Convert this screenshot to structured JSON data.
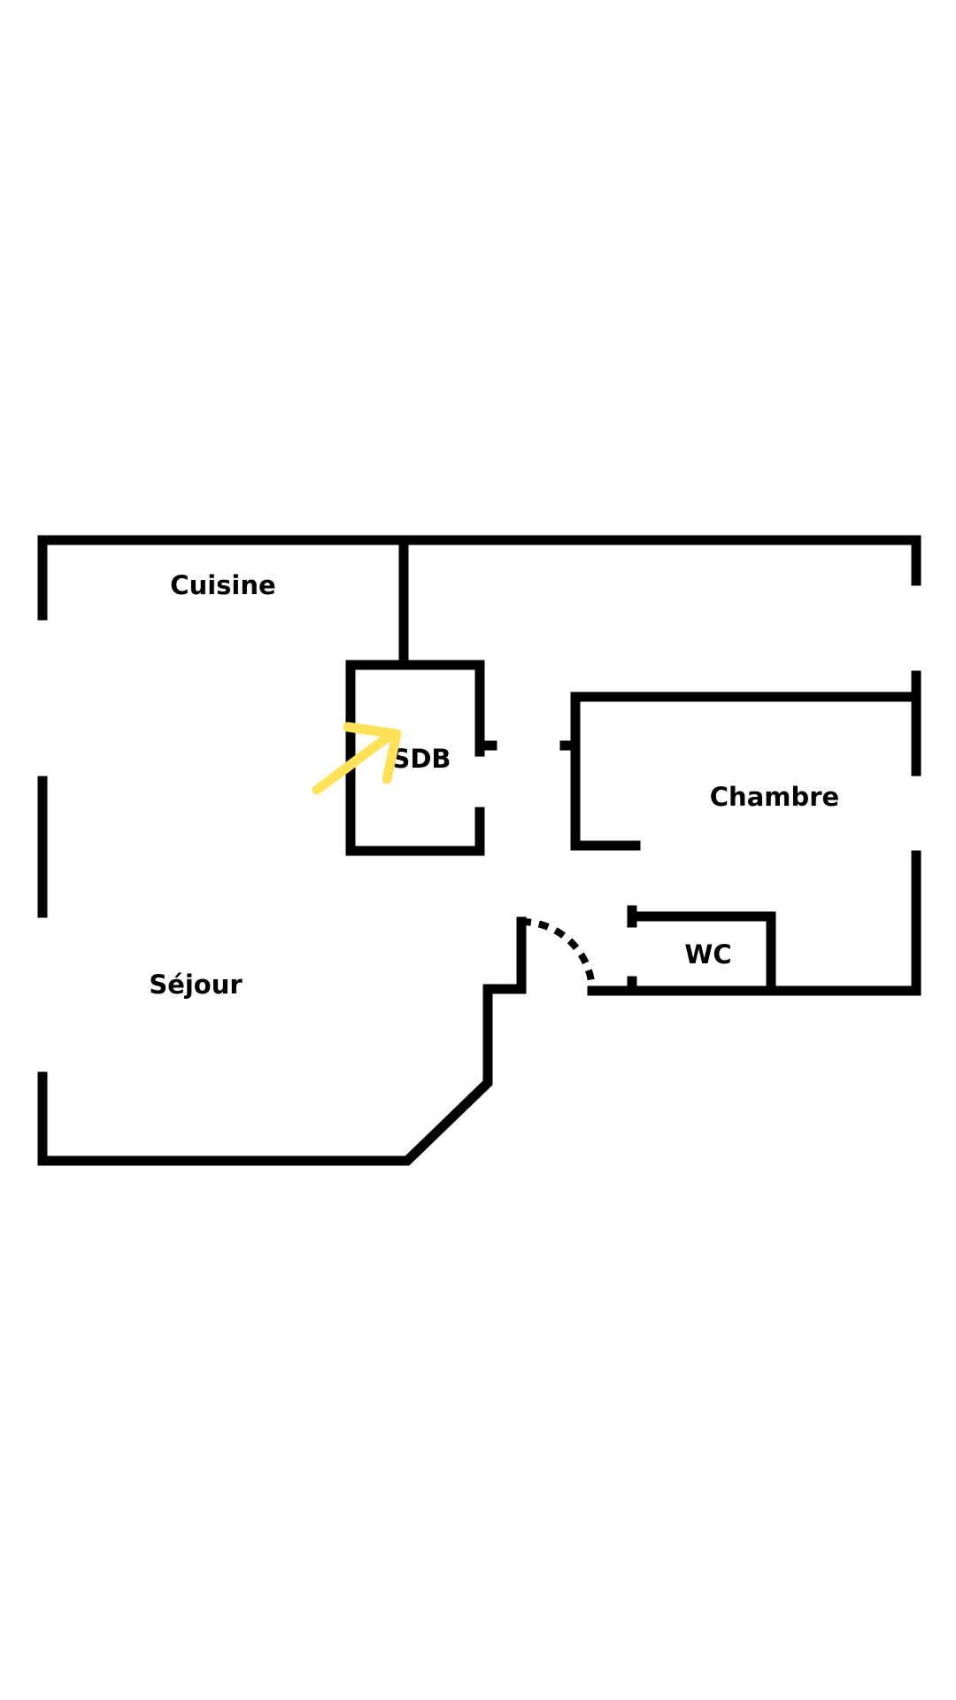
{
  "floor_plan": {
    "rooms": {
      "kitchen": "Cuisine",
      "bathroom": "SDB",
      "bedroom": "Chambre",
      "toilet": "WC",
      "living_room": "Séjour"
    },
    "colors": {
      "wall": "#000000",
      "annotation_arrow": "#FFE15A",
      "background": "#FFFFFF"
    },
    "annotation": {
      "icon": "arrow-pointing-to-bathroom-icon"
    }
  }
}
